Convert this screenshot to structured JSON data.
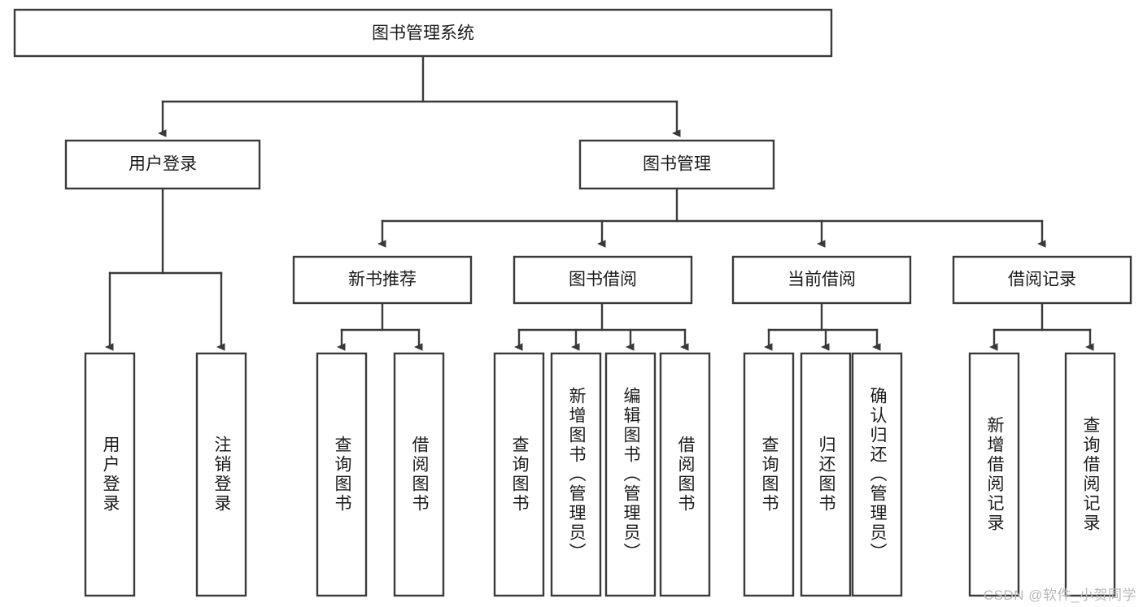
{
  "diagram": {
    "type": "tree",
    "title": "图书管理系统",
    "orientation": "top-down",
    "colors": {
      "background": "#ffffff",
      "box_stroke": "#3a3a3a",
      "box_fill": "#ffffff",
      "text": "#1b1b1b",
      "watermark": "#b8b8b8"
    },
    "root": {
      "label": "图书管理系统"
    },
    "level2": [
      {
        "label": "用户登录"
      },
      {
        "label": "图书管理"
      }
    ],
    "level3": [
      {
        "label": "新书推荐"
      },
      {
        "label": "图书借阅"
      },
      {
        "label": "当前借阅"
      },
      {
        "label": "借阅记录"
      }
    ],
    "leaves": {
      "user_login": [
        {
          "label": "用户登录"
        },
        {
          "label": "注销登录"
        }
      ],
      "new_book_recommend": [
        {
          "label": "查询图书"
        },
        {
          "label": "借阅图书"
        }
      ],
      "book_borrow": [
        {
          "label": "查询图书"
        },
        {
          "label": "新增图书（管理员）"
        },
        {
          "label": "编辑图书（管理员）"
        },
        {
          "label": "借阅图书"
        }
      ],
      "current_borrow": [
        {
          "label": "查询图书"
        },
        {
          "label": "归还图书"
        },
        {
          "label": "确认归还（管理员）"
        }
      ],
      "borrow_record": [
        {
          "label": "新增借阅记录"
        },
        {
          "label": "查询借阅记录"
        }
      ]
    },
    "watermark": "CSDN @软件_小贺同学"
  }
}
